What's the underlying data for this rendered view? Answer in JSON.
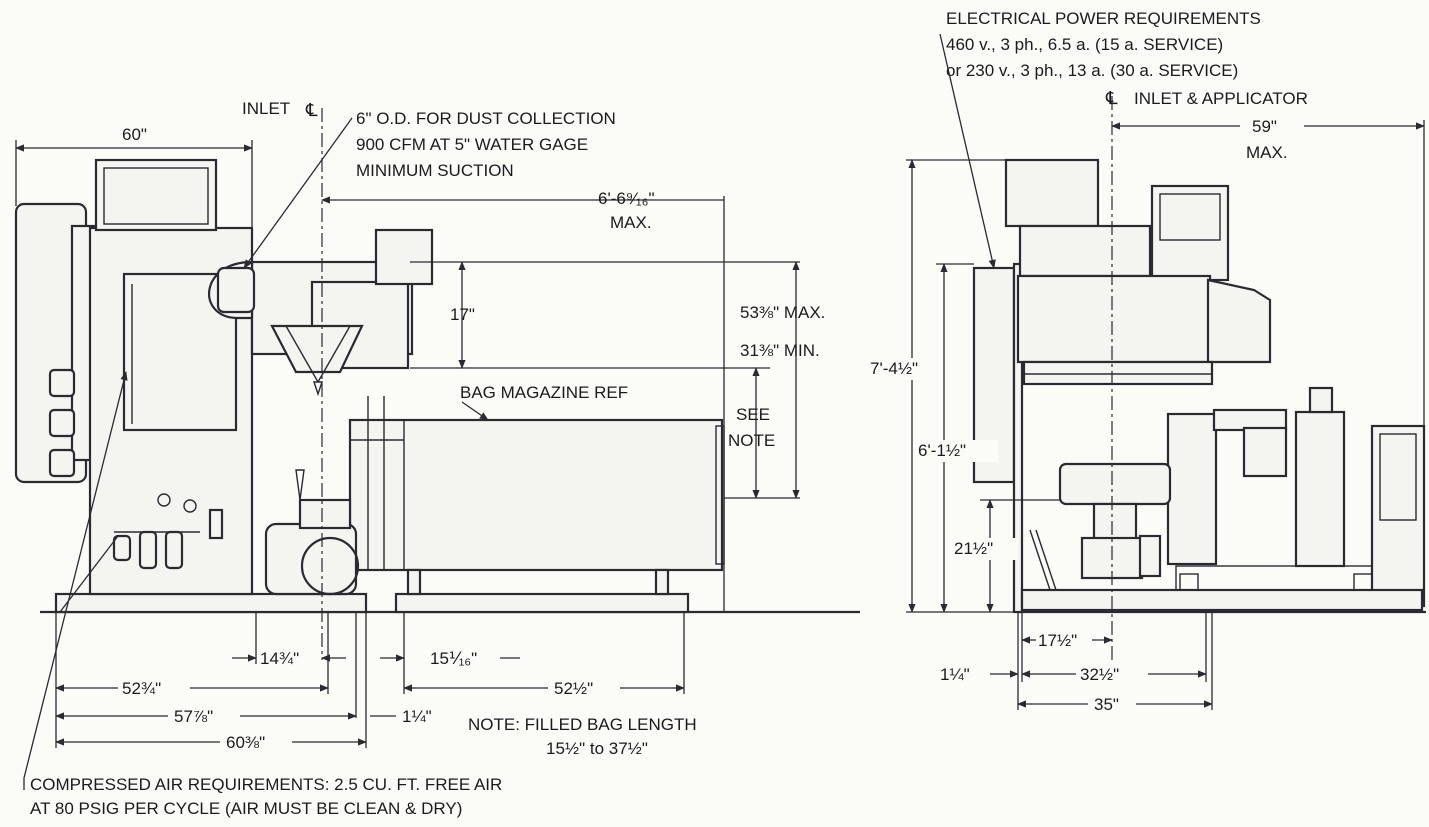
{
  "left_view": {
    "inlet_label": "INLET",
    "dust_note": [
      "6\" O.D. FOR DUST COLLECTION",
      "900 CFM AT 5\" WATER GAGE",
      "MINIMUM SUCTION"
    ],
    "width_top": "60\"",
    "height_max": [
      "6'-6⁹⁄₁₆\"",
      "MAX."
    ],
    "dim_17": "17\"",
    "dim_max": "53⅜\" MAX.",
    "dim_min": "31⅜\" MIN.",
    "bag_magazine": "BAG MAGAZINE REF",
    "see_note": [
      "SEE",
      "NOTE"
    ],
    "dim_14": "14¾\"",
    "dim_15": "15⅟₁₆\"",
    "dim_52a": "52¾\"",
    "dim_52b": "52½\"",
    "dim_57": "57⅞\"",
    "dim_1a": "1¼\"",
    "dim_60": "60⅜\"",
    "note": [
      "NOTE: FILLED BAG LENGTH",
      "15½\" to 37½\""
    ],
    "air_req": [
      "COMPRESSED AIR REQUIREMENTS: 2.5 CU. FT. FREE AIR",
      "AT 80 PSIG PER CYCLE (AIR MUST BE CLEAN & DRY)"
    ]
  },
  "right_view": {
    "elec": [
      "ELECTRICAL POWER REQUIREMENTS",
      "460 v., 3 ph., 6.5 a. (15 a. SERVICE)",
      "or 230 v., 3 ph., 13 a. (30 a. SERVICE)"
    ],
    "inlet_applicator": "INLET & APPLICATOR",
    "dim_59": [
      "59\"",
      "MAX."
    ],
    "dim_7": "7'-4½\"",
    "dim_6": "6'-1½\"",
    "dim_21": "21½\"",
    "dim_17": "17½\"",
    "dim_1": "1¼\"",
    "dim_32": "32½\"",
    "dim_35": "35\""
  },
  "colors": {
    "ink": "#2a2a33",
    "paper": "#fbfbf8"
  },
  "icons": [
    "centerline-symbol"
  ]
}
